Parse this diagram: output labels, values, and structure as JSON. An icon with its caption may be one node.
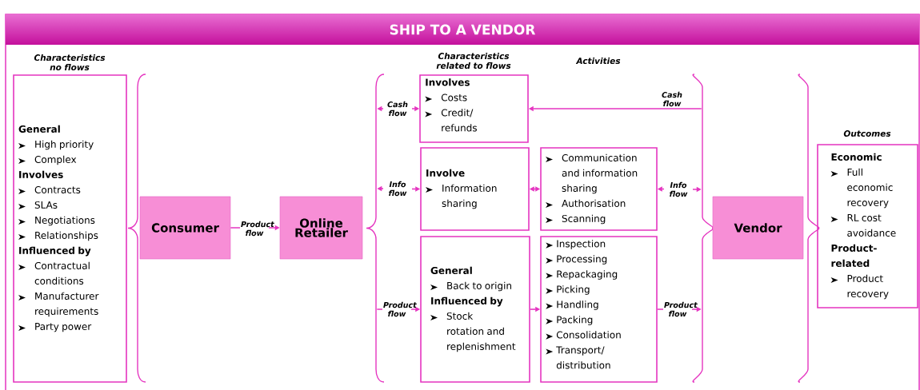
{
  "diagram": {
    "title": "SHIP TO A VENDOR",
    "nodes": [
      {
        "text": [
          "Characteristics no flows",
          "General",
          "High priority",
          "Complex",
          "Involves",
          "Contracts",
          "SLAs",
          "Negotiations",
          "Relationships",
          "Influenced by",
          "Contractual conditions",
          "Manufacturer requirements",
          "Party power"
        ]
      },
      {
        "text": [
          "Consumer"
        ]
      },
      {
        "text": [
          "Online Retailer"
        ]
      },
      {
        "text": [
          "Characteristics related to flows",
          "Involves",
          "Costs",
          "Credit/ refunds"
        ]
      },
      {
        "text": [
          "Involve",
          "Information sharing"
        ]
      },
      {
        "text": [
          "Communication and information sharing",
          "Authorisation",
          "Scanning"
        ]
      },
      {
        "text": [
          "General",
          "Back to origin",
          "Influenced by",
          "Stock rotation and replenishment"
        ]
      },
      {
        "text": [
          "Inspection",
          "Processing",
          "Repackaging",
          "Picking",
          "Handling",
          "Packing",
          "Consolidation",
          "Transport/ distribution"
        ]
      },
      {
        "text": [
          "Vendor"
        ]
      },
      {
        "text": [
          "Outcomes",
          "Economic",
          "Full economic recovery",
          "RL cost avoidance",
          "Product-related",
          "Product recovery"
        ]
      }
    ],
    "edges": [
      {
        "from": 1,
        "to": 2,
        "arrow": "to",
        "label": "Product flow"
      },
      {
        "from": 2,
        "to": 3,
        "arrow": "both",
        "label": "Cash flow"
      },
      {
        "from": 2,
        "to": 4,
        "arrow": "both",
        "label": "Info flow"
      },
      {
        "from": 2,
        "to": 6,
        "arrow": "to",
        "label": "Product flow"
      },
      {
        "from": 8,
        "to": 3,
        "arrow": "to",
        "label": "Cash flow"
      },
      {
        "from": 4,
        "to": 5,
        "arrow": "both"
      },
      {
        "from": 5,
        "to": 8,
        "arrow": "both",
        "label": "Info flow"
      },
      {
        "from": 6,
        "to": 7,
        "arrow": "to"
      },
      {
        "from": 7,
        "to": 8,
        "arrow": "to",
        "label": "Product flow"
      }
    ],
    "labels": [
      "Activities"
    ]
  }
}
